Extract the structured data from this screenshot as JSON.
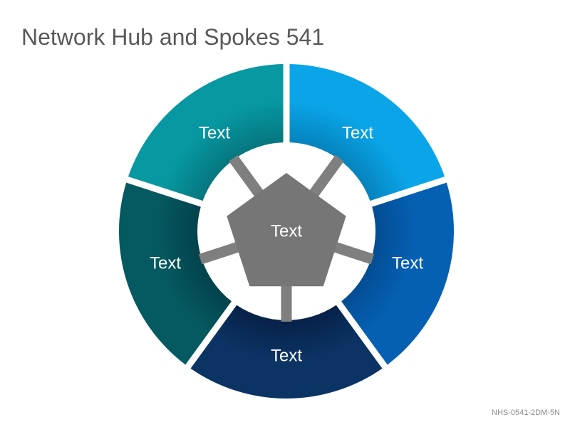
{
  "title": "Network Hub and Spokes 541",
  "code": "NHS-0541-2DM-5N",
  "hub": {
    "label": "Text",
    "color": "#767676"
  },
  "connector_color": "#7f7f7f",
  "segments": [
    {
      "label": "Text",
      "color": "#0aa5e8",
      "shade": "#047fb8"
    },
    {
      "label": "Text",
      "color": "#0560b4",
      "shade": "#034b8f"
    },
    {
      "label": "Text",
      "color": "#0b3465",
      "shade": "#071f45"
    },
    {
      "label": "Text",
      "color": "#045a60",
      "shade": "#033f49"
    },
    {
      "label": "Text",
      "color": "#0798a1",
      "shade": "#05727b"
    }
  ]
}
